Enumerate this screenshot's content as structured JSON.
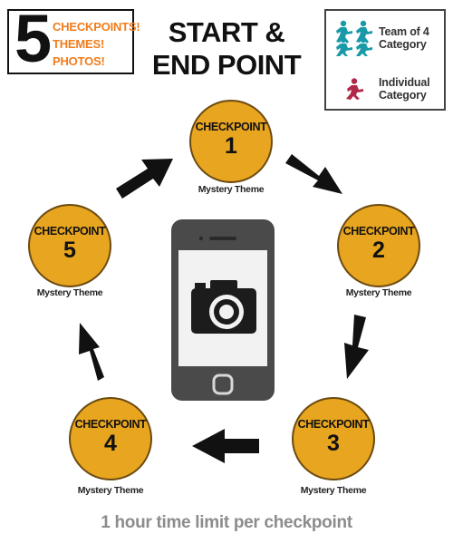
{
  "header": {
    "count": "5",
    "highlights": [
      "CHECKPOINTS!",
      "THEMES!",
      "PHOTOS!"
    ],
    "title_line1": "START &",
    "title_line2": "END POINT"
  },
  "legend": {
    "team": {
      "label_line1": "Team of 4",
      "label_line2": "Category",
      "color": "#1a9aa8",
      "icon": "team-runners-icon"
    },
    "individual": {
      "label_line1": "Individual",
      "label_line2": "Category",
      "color": "#b0284a",
      "icon": "runner-icon"
    }
  },
  "checkpoints": [
    {
      "label": "CHECKPOINT",
      "number": "1",
      "theme": "Mystery Theme"
    },
    {
      "label": "CHECKPOINT",
      "number": "2",
      "theme": "Mystery Theme"
    },
    {
      "label": "CHECKPOINT",
      "number": "3",
      "theme": "Mystery Theme"
    },
    {
      "label": "CHECKPOINT",
      "number": "4",
      "theme": "Mystery Theme"
    },
    {
      "label": "CHECKPOINT",
      "number": "5",
      "theme": "Mystery Theme"
    }
  ],
  "center": {
    "icon": "smartphone-camera-icon"
  },
  "footer": {
    "text": "1 hour time limit per checkpoint"
  },
  "colors": {
    "checkpoint_fill": "#e8a51f",
    "highlight": "#f07d1e",
    "phone_body": "#4a4a4a",
    "arrow": "#111111"
  }
}
